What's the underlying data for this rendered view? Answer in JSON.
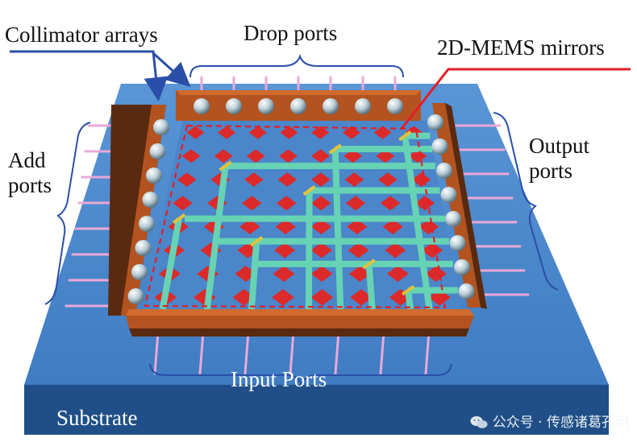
{
  "labels": {
    "collimator_arrays": "Collimator arrays",
    "drop_ports": "Drop ports",
    "mems_mirrors": "2D-MEMS mirrors",
    "add_ports": "Add\nports",
    "output_ports": "Output\nports",
    "input_ports": "Input Ports",
    "substrate": "Substrate"
  },
  "watermark": {
    "text": "公众号 · 传感诸葛孔明",
    "icon": "wechat-icon"
  },
  "colors": {
    "substrate_top": "#4a86c9",
    "substrate_side": "#1f4f86",
    "frame": "#b3531f",
    "frame_dark": "#5a2a10",
    "mirror": "#dc2a2a",
    "waveguide": "#66d3b4",
    "switch": "#e2c23a",
    "port_pin": "#e9a9d7",
    "ball": "#d8e4ea",
    "collimator_arrow": "#2a4fa8",
    "mems_pointer": "#e41e26"
  }
}
